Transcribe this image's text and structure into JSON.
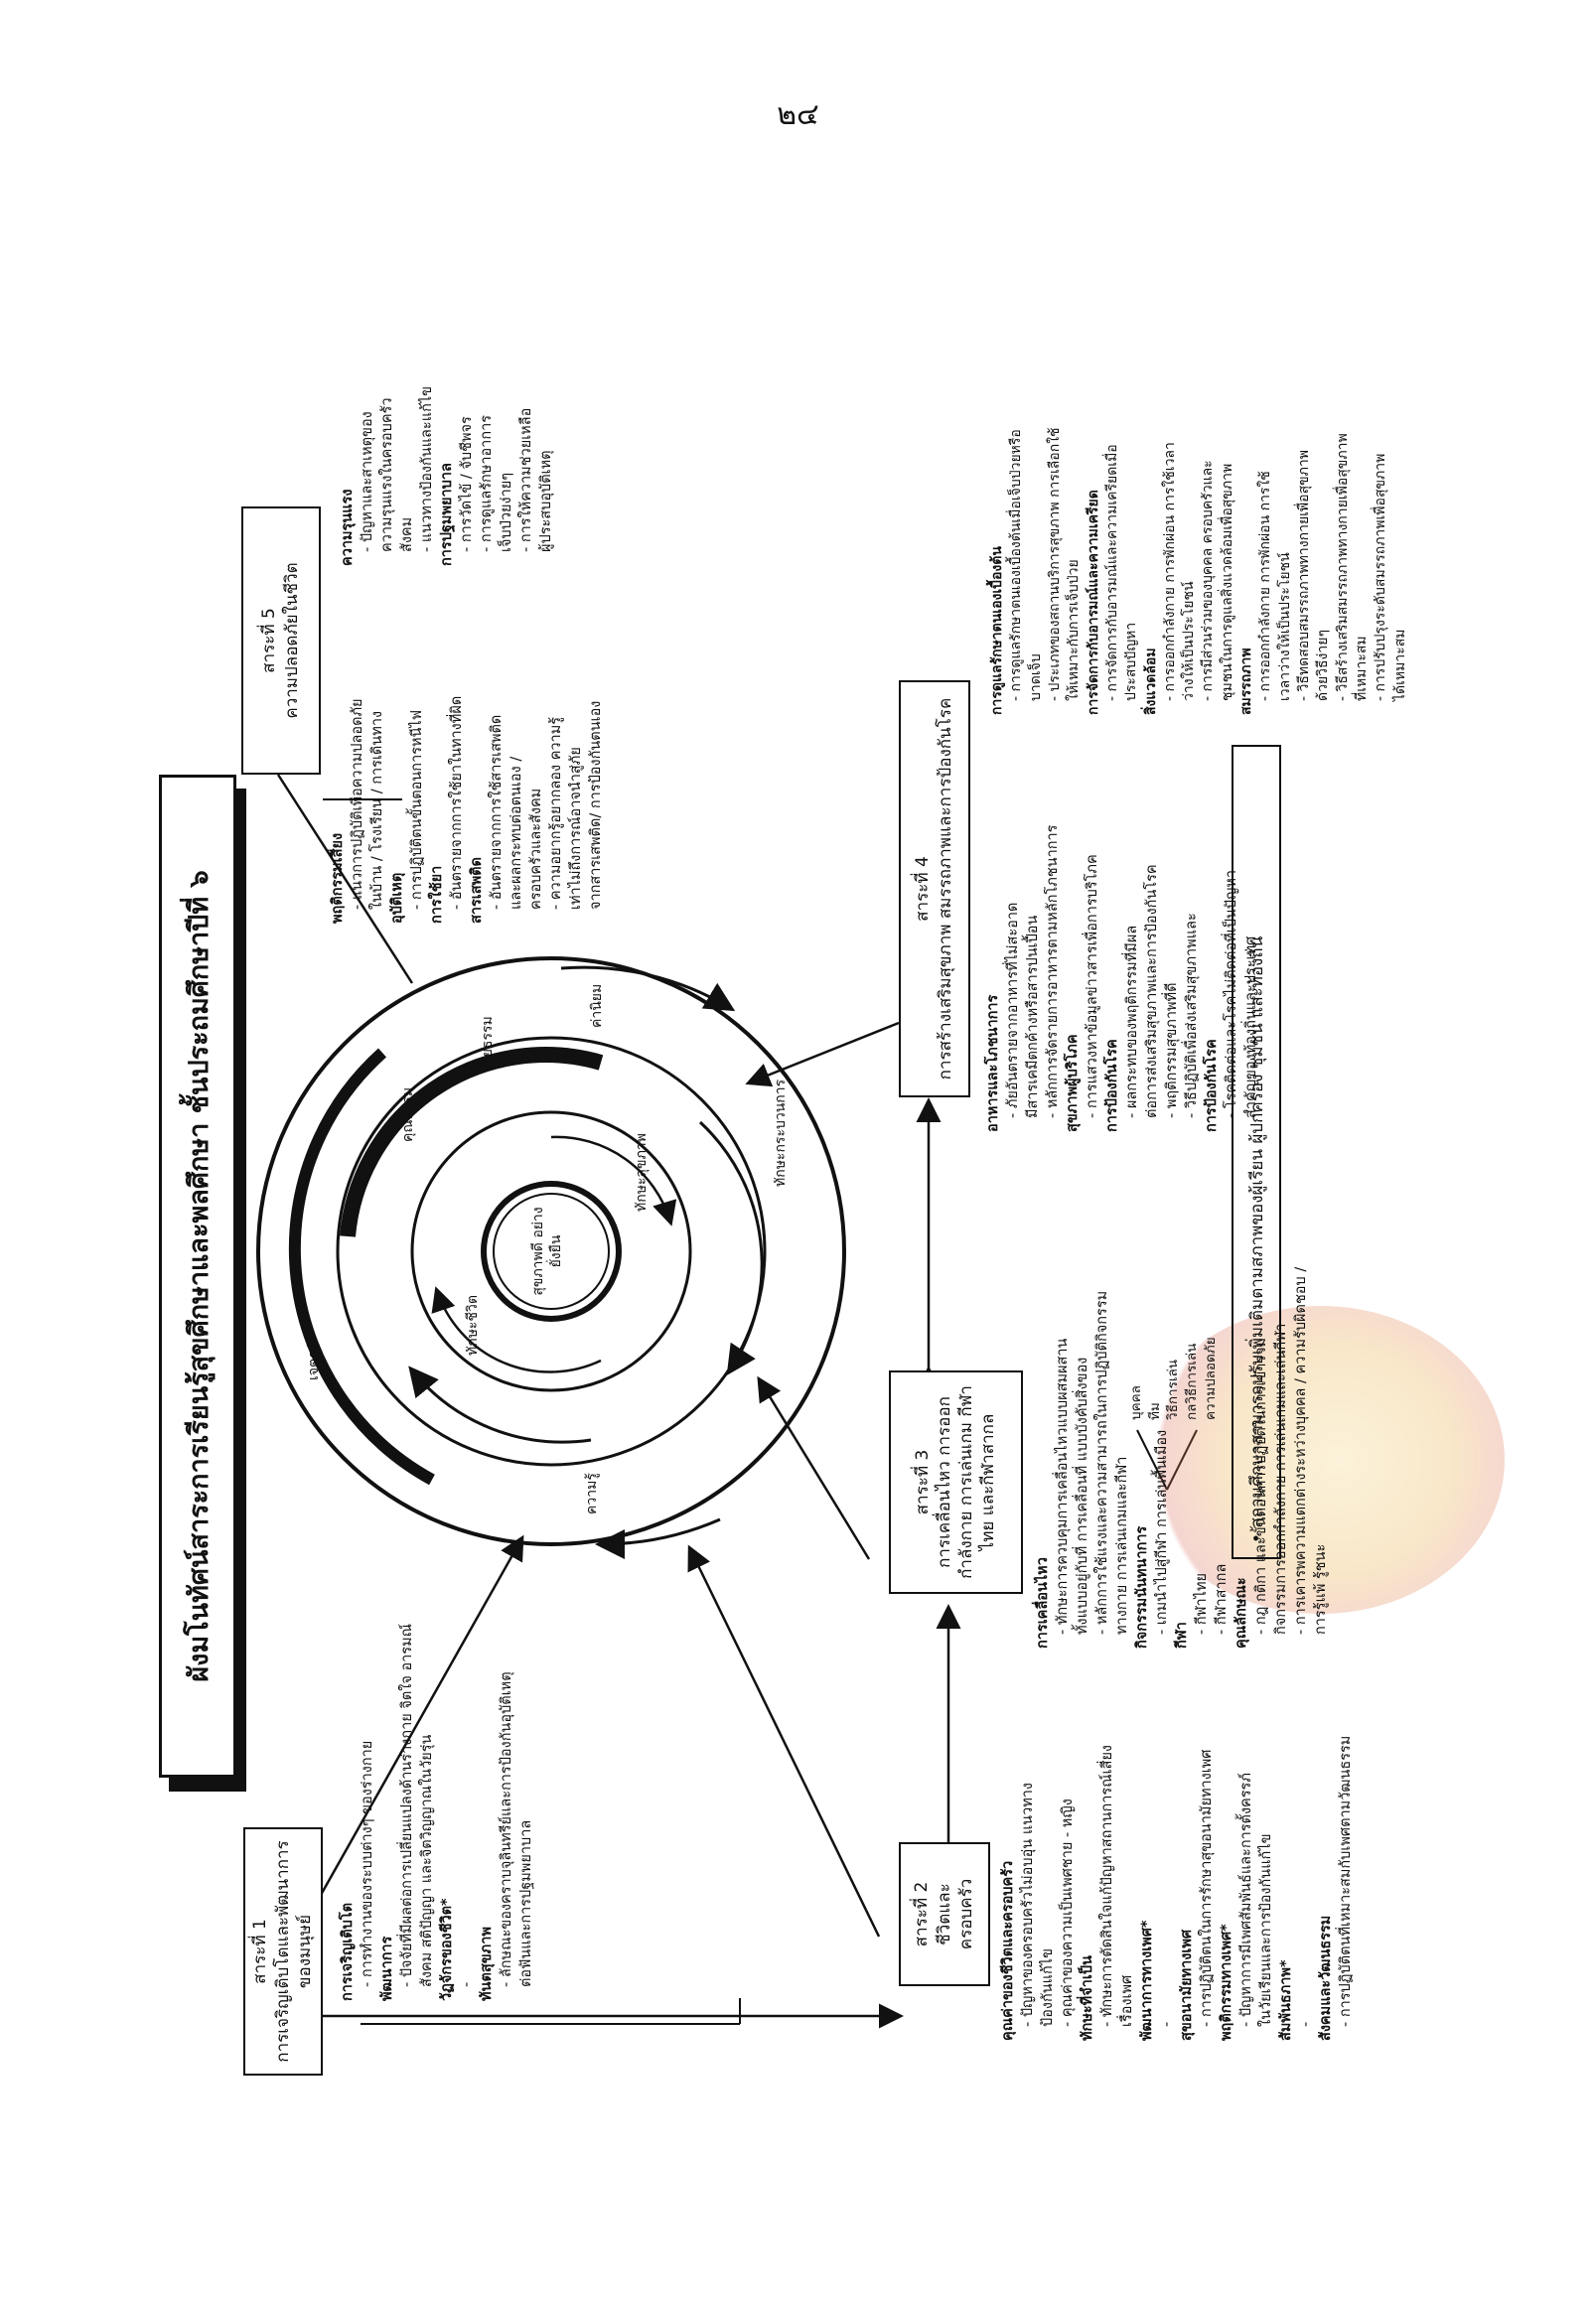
{
  "page_number": "๒๔",
  "title": "ผังมโนทัศน์สาระการเรียนรู้สุขศึกษาและพลศึกษา ชั้นประถมศึกษาปีที่ ๖",
  "center": {
    "core": "สุขภาพดี อย่างยั่งยืน",
    "inner_ring": [
      "ทักษะชีวิต",
      "ทักษะสุขภาพ"
    ],
    "middle_ring": [
      "คุณธรรม",
      "จริยธรรม"
    ],
    "outer_ring": [
      "เจตคติ",
      "ความรู้",
      "ค่านิยม",
      "ทักษะกระบวนการ"
    ]
  },
  "strands": [
    {
      "title": "สาระที่ 1",
      "subtitle": "การเจริญเติบโตและพัฒนาการของมนุษย์",
      "items": [
        {
          "t": "การเจริญเติบโต",
          "h": true
        },
        {
          "t": "- การทำงานของระบบต่างๆ ของร่างกาย",
          "h": false
        },
        {
          "t": "พัฒนาการ",
          "h": true
        },
        {
          "t": "- ปัจจัยที่มีผลต่อการเปลี่ยนแปลงด้านร่างกาย จิตใจ อารมณ์",
          "h": false
        },
        {
          "t": "สังคม สติปัญญา และจิตวิญญาณในวัยรุ่น",
          "h": false
        },
        {
          "t": "วัฏจักรของชีวิต*",
          "h": true
        },
        {
          "t": "-",
          "h": false
        },
        {
          "t": "ทันตสุขภาพ",
          "h": true
        },
        {
          "t": "- ลักษณะของคราบจุลินทรีย์และการป้องกันอุบัติเหตุ",
          "h": false
        },
        {
          "t": "ต่อฟันและการปฐมพยาบาล",
          "h": false
        }
      ]
    },
    {
      "title": "สาระที่ 2",
      "subtitle": "ชีวิตและครอบครัว",
      "items": [
        {
          "t": "คุณค่าของชีวิตและครอบครัว",
          "h": true
        },
        {
          "t": "- ปัญหาของครอบครัวไม่อบอุ่น แนวทาง",
          "h": false
        },
        {
          "t": "ป้องกันแก้ไข",
          "h": false
        },
        {
          "t": "- คุณค่าของความเป็นเพศชาย - หญิง",
          "h": false
        },
        {
          "t": "ทักษะที่จำเป็น",
          "h": true
        },
        {
          "t": "- ทักษะการตัดสินใจแก้ปัญหาสถานการณ์เสี่ยง",
          "h": false
        },
        {
          "t": "เรื่องเพศ",
          "h": false
        },
        {
          "t": "พัฒนาการทางเพศ*",
          "h": true
        },
        {
          "t": "-",
          "h": false
        },
        {
          "t": "สุขอนามัยทางเพศ",
          "h": true
        },
        {
          "t": "- การปฏิบัติตนในการรักษาสุขอนามัยทางเพศ",
          "h": false
        },
        {
          "t": "พฤติกรรมทางเพศ*",
          "h": true
        },
        {
          "t": "- ปัญหาการมีเพศสัมพันธ์และการตั้งครรภ์",
          "h": false
        },
        {
          "t": "ในวัยเรียนและการป้องกันแก้ไข",
          "h": false
        },
        {
          "t": "สัมพันธภาพ*",
          "h": true
        },
        {
          "t": "-",
          "h": false
        },
        {
          "t": "สังคมและวัฒนธรรม",
          "h": true
        },
        {
          "t": "- การปฏิบัติตนที่เหมาะสมกับเพศตามวัฒนธรรม",
          "h": false
        }
      ]
    },
    {
      "title": "สาระที่ 3",
      "subtitle": "การเคลื่อนไหว การออกกำลังกาย การเล่นเกม กีฬาไทย และกีฬาสากล",
      "items": [
        {
          "t": "การเคลื่อนไหว",
          "h": true
        },
        {
          "t": "- ทักษะการควบคุมการเคลื่อนไหวแบบผสมผสาน",
          "h": false
        },
        {
          "t": "ทั้งแบบอยู่กับที่ การเคลื่อนที่ แบบบังคับสิ่งของ",
          "h": false
        },
        {
          "t": "- หลักการใช้แรงและความสามารถในการปฏิบัติกิจกรรม",
          "h": false
        },
        {
          "t": "ทางกาย การเล่นเกมและกีฬา",
          "h": false
        },
        {
          "t": "กิจกรรมนันทนาการ",
          "h": true
        },
        {
          "t": "- เกมนำไปสู่กีฬา การเล่นพื้นเมือง",
          "h": false
        },
        {
          "t": "กีฬา",
          "h": true
        },
        {
          "t": "- กีฬาไทย",
          "h": false
        },
        {
          "t": "- กีฬาสากล",
          "h": false
        },
        {
          "t": "คุณลักษณะ",
          "h": true
        },
        {
          "t": "- กฎ กติกา และขั้นตอนการปฏิบัติในการเข้าร่วม",
          "h": false
        },
        {
          "t": "กิจกรรมการออกกำลังกาย การเล่นเกมและเล่นกีฬา",
          "h": false
        },
        {
          "t": "- การเคารพความแตกต่างระหว่างบุคคล / ความรับผิดชอบ /",
          "h": false
        },
        {
          "t": "การรู้แพ้ รู้ชนะ",
          "h": false
        }
      ],
      "branches": [
        "บุคคล",
        "ทีม",
        "วิธีการเล่น",
        "กลวิธีการเล่น",
        "ความปลอดภัย"
      ]
    },
    {
      "title": "สาระที่ 4",
      "subtitle": "การสร้างเสริมสุขภาพ สมรรถภาพและการป้องกันโรค",
      "items_left": [
        {
          "t": "อาหารและโภชนาการ",
          "h": true
        },
        {
          "t": "- ภัยอันตรายจากอาหารที่ไม่สะอาด",
          "h": false
        },
        {
          "t": "มีสารเคมีตกค้างหรือสารปนเปื้อน",
          "h": false
        },
        {
          "t": "- หลักการจัดรายการอาหารตามหลักโภชนาการ",
          "h": false
        },
        {
          "t": "สุขภาพผู้บริโภค",
          "h": true
        },
        {
          "t": "- การแสวงหาข้อมูลข่าวสารเพื่อการบริโภค",
          "h": false
        },
        {
          "t": "การป้องกันโรค",
          "h": true
        },
        {
          "t": "- ผลกระทบของพฤติกรรมที่มีผล",
          "h": false
        },
        {
          "t": "ต่อการส่งเสริมสุขภาพและการป้องกันโรค",
          "h": false
        },
        {
          "t": "- พฤติกรรมสุขภาพที่ดี",
          "h": false
        },
        {
          "t": "- วิธีปฏิบัติเพื่อส่งเสริมสุขภาพและ",
          "h": false
        },
        {
          "t": "การป้องกันโรค",
          "h": true
        },
        {
          "t": "- โรคติดต่อและโรคไม่ติดต่อที่เป็นปัญหา",
          "h": false
        },
        {
          "t": "สำคัญของท้องถิ่นและประเทศ",
          "h": false
        }
      ],
      "items_right": [
        {
          "t": "การดูแลรักษาตนเองเบื้องต้น",
          "h": true
        },
        {
          "t": "- การดูแลรักษาตนเองเบื้องต้นเมื่อเจ็บป่วยหรือ",
          "h": false
        },
        {
          "t": "บาดเจ็บ",
          "h": false
        },
        {
          "t": "- ประเภทของสถานบริการสุขภาพ การเลือกใช้",
          "h": false
        },
        {
          "t": "ให้เหมาะกับการเจ็บป่วย",
          "h": false
        },
        {
          "t": "การจัดการกับอารมณ์และความเครียด",
          "h": true
        },
        {
          "t": "- การจัดการกับอารมณ์และความเครียดเมื่อ",
          "h": false
        },
        {
          "t": "ประสบปัญหา",
          "h": false
        },
        {
          "t": "สิ่งแวดล้อม",
          "h": true
        },
        {
          "t": "- การออกกำลังกาย การพักผ่อน การใช้เวลา",
          "h": false
        },
        {
          "t": "ว่างให้เป็นประโยชน์",
          "h": false
        },
        {
          "t": "- การมีส่วนร่วมของบุคคล ครอบครัวและ",
          "h": false
        },
        {
          "t": "ชุมชนในการดูแลสิ่งแวดล้อมเพื่อสุขภาพ",
          "h": false
        },
        {
          "t": "สมรรถภาพ",
          "h": true
        },
        {
          "t": "- การออกกำลังกาย การพักผ่อน การใช้",
          "h": false
        },
        {
          "t": "เวลาว่างให้เป็นประโยชน์",
          "h": false
        },
        {
          "t": "- วิธีทดสอบสมรรถภาพทางกายเพื่อสุขภาพ",
          "h": false
        },
        {
          "t": "ด้วยวิธีง่ายๆ",
          "h": false
        },
        {
          "t": "- วิธีสร้างเสริมสมรรถภาพทางกายเพื่อสุขภาพ",
          "h": false
        },
        {
          "t": "ที่เหมาะสม",
          "h": false
        },
        {
          "t": "- การปรับปรุงระดับสมรรถภาพเพื่อสุขภาพ",
          "h": false
        },
        {
          "t": "ได้เหมาะสม",
          "h": false
        }
      ]
    },
    {
      "title": "สาระที่ 5",
      "subtitle": "ความปลอดภัยในชีวิต",
      "items_left": [
        {
          "t": "พฤติกรรมเสี่ยง",
          "h": true
        },
        {
          "t": "- แนวการปฏิบัติเพื่อความปลอดภัย",
          "h": false
        },
        {
          "t": "ในบ้าน / โรงเรียน / การเดินทาง",
          "h": false
        },
        {
          "t": "อุบัติเหตุ",
          "h": true
        },
        {
          "t": "- การปฏิบัติตนขั้นตอนการหนีไฟ",
          "h": false
        },
        {
          "t": "การใช้ยา",
          "h": true
        },
        {
          "t": "- อันตรายจากการใช้ยาในทางที่ผิด",
          "h": false
        },
        {
          "t": "สารเสพติด",
          "h": true
        },
        {
          "t": "- อันตรายจากการใช้สารเสพติด",
          "h": false
        },
        {
          "t": "และผลกระทบต่อตนเอง /",
          "h": false
        },
        {
          "t": "ครอบครัวและสังคม",
          "h": false
        },
        {
          "t": "- ความอยากรู้อยากลอง ความรู้",
          "h": false
        },
        {
          "t": "เท่าไม่ถึงการณ์อาจนำสู่ภัย",
          "h": false
        },
        {
          "t": "จากสารเสพติด/ การป้องกันตนเอง",
          "h": false
        }
      ],
      "items_right": [
        {
          "t": "ความรุนแรง",
          "h": true
        },
        {
          "t": "- ปัญหาและสาเหตุของ",
          "h": false
        },
        {
          "t": "ความรุนแรงในครอบครัว",
          "h": false
        },
        {
          "t": "สังคม",
          "h": false
        },
        {
          "t": "- แนวทางป้องกันและแก้ไข",
          "h": false
        },
        {
          "t": "การปฐมพยาบาล",
          "h": true
        },
        {
          "t": "- การวัดไข้ / จับชีพจร",
          "h": false
        },
        {
          "t": "- การดูแลรักษาอาการ",
          "h": false
        },
        {
          "t": "เจ็บป่วยง่ายๆ",
          "h": false
        },
        {
          "t": "- การให้ความช่วยเหลือ",
          "h": false
        },
        {
          "t": "ผู้ประสบอุบัติเหตุ",
          "h": false
        }
      ]
    }
  ],
  "note": "• สถานศึกษาสามารถปรับเพิ่มเติมตามสภาพของผู้เรียน ผู้ปกครอง ชุมชน และท้องถิ่น"
}
